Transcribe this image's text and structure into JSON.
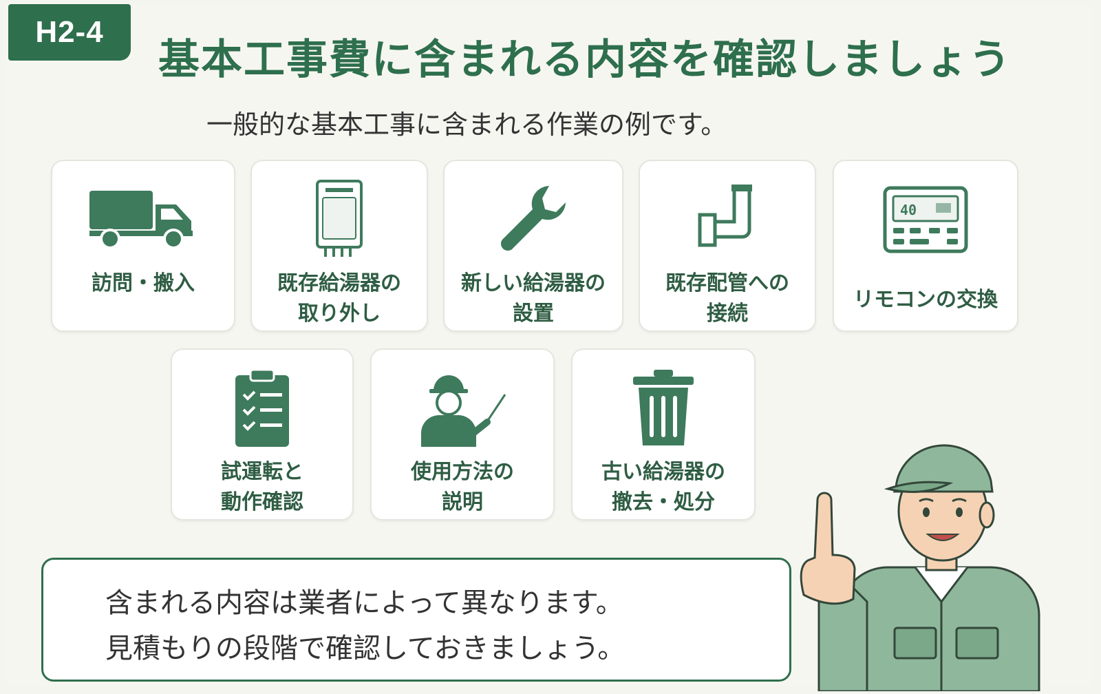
{
  "header": {
    "badge": "H2-4",
    "title": "基本工事費に含まれる内容を確認しましょう",
    "subtitle": "一般的な基本工事に含まれる作業の例です。"
  },
  "cards": [
    {
      "label": "訪問・搬入",
      "icon": "truck-icon"
    },
    {
      "label": "既存給湯器の\n取り外し",
      "icon": "water-heater-icon"
    },
    {
      "label": "新しい給湯器の\n設置",
      "icon": "wrench-icon"
    },
    {
      "label": "既存配管への\n接続",
      "icon": "pipe-icon"
    },
    {
      "label": "リモコンの交換",
      "icon": "remote-control-icon"
    },
    {
      "label": "試運転と\n動作確認",
      "icon": "clipboard-checklist-icon"
    },
    {
      "label": "使用方法の\n説明",
      "icon": "worker-pointer-icon"
    },
    {
      "label": "古い給湯器の\n撤去・処分",
      "icon": "trash-can-icon"
    }
  ],
  "remote_display": "40",
  "note": {
    "line1": "含まれる内容は業者によって異なります。",
    "line2": "見積もりの段階で確認しておきましょう。"
  },
  "colors": {
    "primary": "#2e6f4d",
    "icon": "#3e7a5c",
    "label": "#2f5d43"
  }
}
